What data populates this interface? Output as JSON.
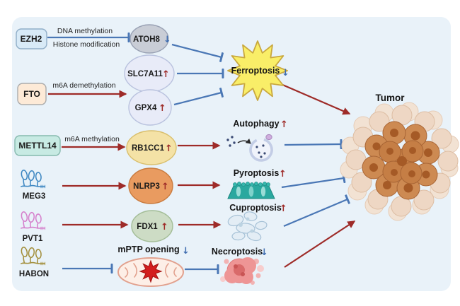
{
  "figure": {
    "nodes": {
      "ezh2": "EZH2",
      "dna_methylation": "DNA methylation",
      "histone_modification": "Histone modification",
      "atoh8": "ATOH8",
      "slc7a11": "SLC7A11",
      "gpx4": "GPX4",
      "fto": "FTO",
      "m6a_demethylation": "m6A demethylation",
      "mettl14": "METTL14",
      "m6a_methylation": "m6A methylation",
      "rb1cc1": "RB1CC1",
      "meg3": "MEG3",
      "nlrp3": "NLRP3",
      "pvt1": "PVT1",
      "fdx1": "FDX1",
      "habon": "HABON",
      "mptp": "mPTP opening",
      "ferroptosis": "Ferroptosis",
      "autophagy": "Autophagy",
      "pyroptosis": "Pyroptosis",
      "cuproptosis": "Cuproptosis",
      "necroptosis": "Necroptosis",
      "tumor": "Tumor"
    },
    "arrows": {
      "up": "↑",
      "down": "↓"
    },
    "colors": {
      "panel_bg": "#e9f2f9",
      "activation_red": "#9e2b28",
      "inhibition_blue": "#4a77b5",
      "down_arrow_blue": "#3f6db0",
      "ezh2_box": "#d8eaf7",
      "fto_box": "#fdead7",
      "mettl14_box": "#c7eae3",
      "atoh8_fill": "#c9cdd6",
      "slc7a11_fill": "#e8ebf8",
      "gpx4_fill": "#e8ebf8",
      "rb1cc1_fill": "#f4e2a6",
      "nlrp3_fill": "#e99b60",
      "fdx1_fill": "#cddcc5",
      "ferroptosis_star": "#f9ee68",
      "meg3_rna": "#3e87c2",
      "pvt1_rna": "#d580cc",
      "habon_rna": "#a38f3c",
      "tumor_cell": "#c57e45"
    },
    "icons": {
      "meg3": "rna-hairpin-icon",
      "pvt1": "rna-hairpin-icon",
      "habon": "rna-hairpin-icon",
      "ferroptosis": "starburst-icon",
      "autophagy": "autophagosome-icon",
      "pyroptosis": "membrane-pore-icon",
      "cuproptosis": "protein-aggregate-icon",
      "necroptosis": "necrotic-cell-icon",
      "mptp": "mitochondria-icon",
      "tumor": "tumor-cell-cluster-icon"
    }
  }
}
